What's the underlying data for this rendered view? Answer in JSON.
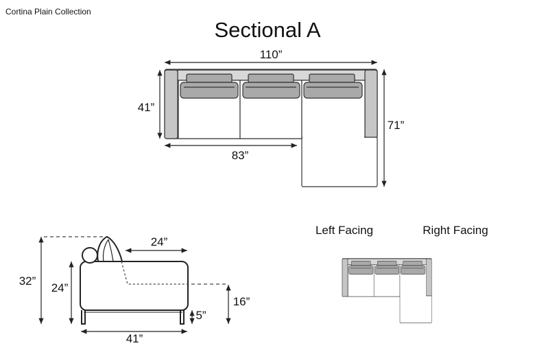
{
  "header": {
    "collection": "Cortina Plain Collection",
    "title": "Sectional A"
  },
  "top_view": {
    "overall_width": "110”",
    "depth": "41”",
    "sofa_width": "83”",
    "chaise_length": "71”"
  },
  "side_view": {
    "overall_height": "32”",
    "arm_height": "24”",
    "seat_depth": "24”",
    "seat_height": "16”",
    "leg_height": "5”",
    "depth": "41”"
  },
  "variants": {
    "left_label": "Left Facing",
    "right_label": "Right Facing"
  },
  "colors": {
    "upholstery": "#c8c8c8",
    "cushion": "#a9a9a9",
    "line": "#222222"
  }
}
